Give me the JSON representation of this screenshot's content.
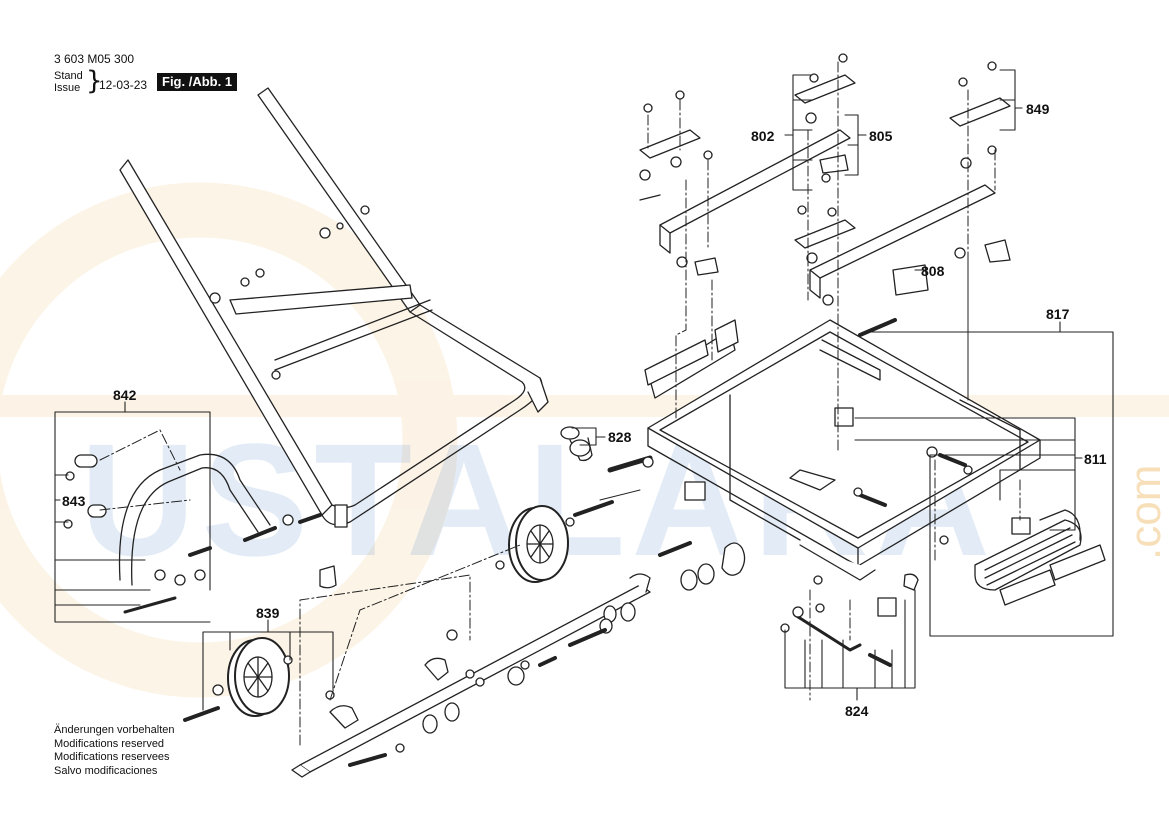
{
  "header": {
    "doc_number": "3 603 M05 300",
    "stand_label": "Stand",
    "issue_label": "Issue",
    "date": "12-03-23",
    "figure_label": "Fig. /Abb. 1"
  },
  "callouts": {
    "c802": "802",
    "c805": "805",
    "c849": "849",
    "c808": "808",
    "c817": "817",
    "c811": "811",
    "c828": "828",
    "c842": "842",
    "c843": "843",
    "c839": "839",
    "c824": "824"
  },
  "footer_notes": [
    "Änderungen vorbehalten",
    "Modifications reserved",
    "Modifications reservees",
    "Salvo modificaciones"
  ],
  "watermark": {
    "text": "USTALARA",
    "suffix": ".com",
    "color": "#2a6fb8",
    "ring_color": "#e8a33a"
  }
}
